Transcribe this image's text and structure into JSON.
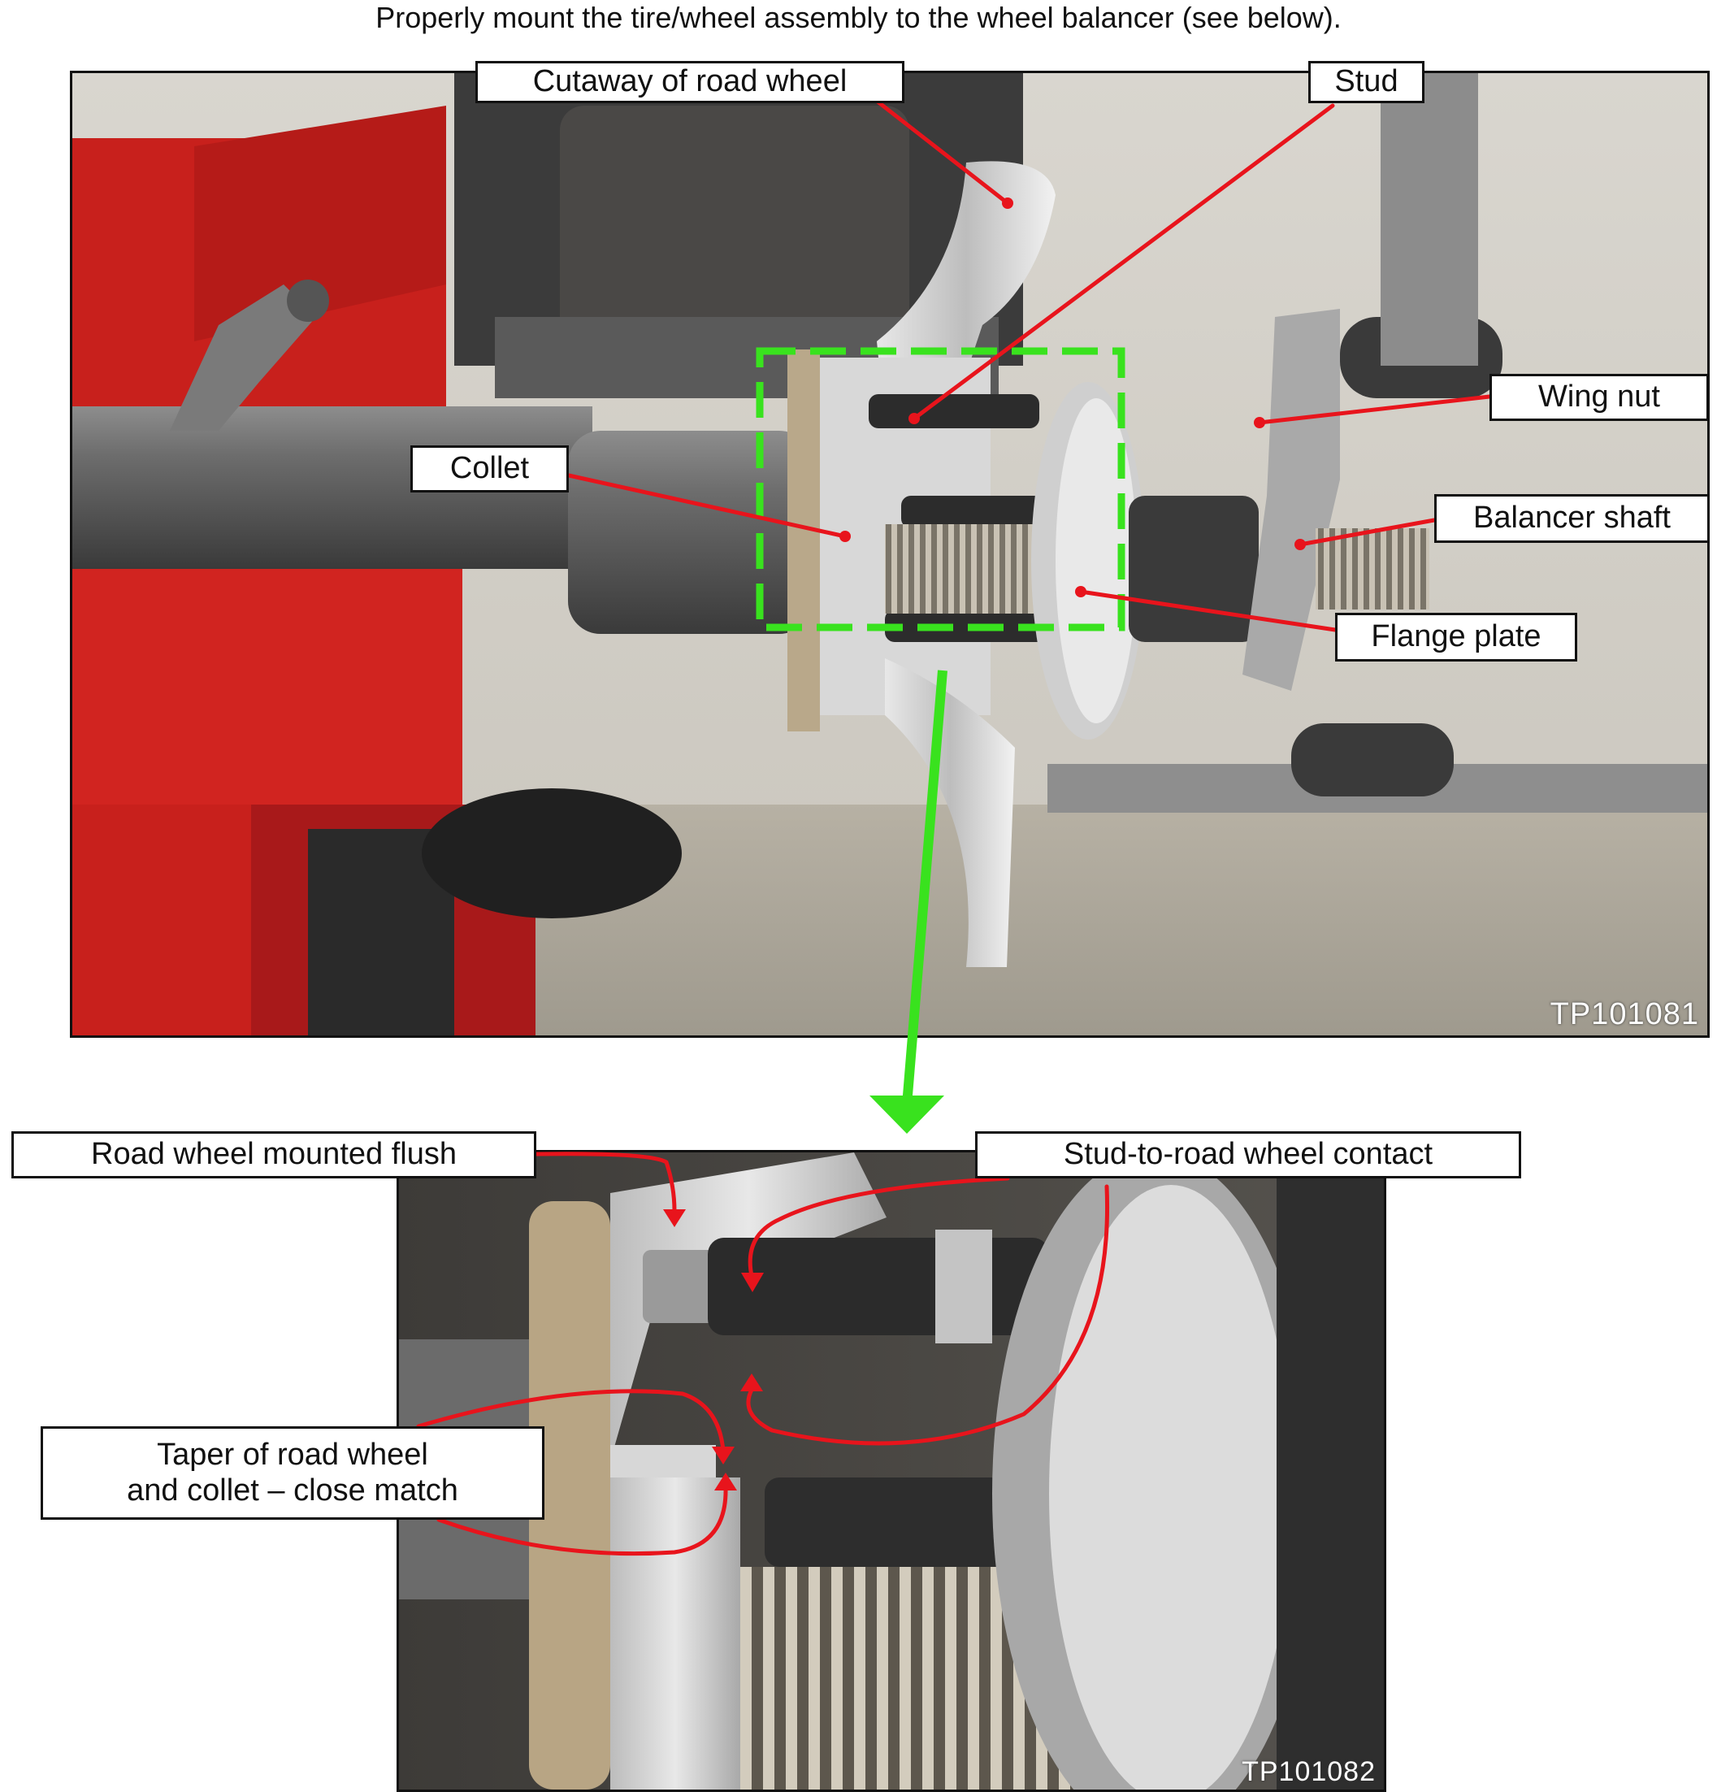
{
  "instruction": "Properly mount the tire/wheel assembly to the wheel balancer (see below).",
  "photo_top": {
    "code": "TP101081",
    "labels": {
      "cutaway": "Cutaway of road wheel",
      "stud": "Stud",
      "wing_nut": "Wing nut",
      "collet": "Collet",
      "balancer_shaft": "Balancer shaft",
      "flange_plate": "Flange plate"
    }
  },
  "photo_bottom": {
    "code": "TP101082",
    "labels": {
      "flush": "Road wheel mounted flush",
      "stud_contact": "Stud-to-road wheel contact",
      "taper_line1": "Taper of road wheel",
      "taper_line2": "and collet – close match"
    }
  },
  "colors": {
    "callout_line": "#e8141c",
    "zoom_box": "#39e21e",
    "balancer_red": "#c8201c"
  }
}
